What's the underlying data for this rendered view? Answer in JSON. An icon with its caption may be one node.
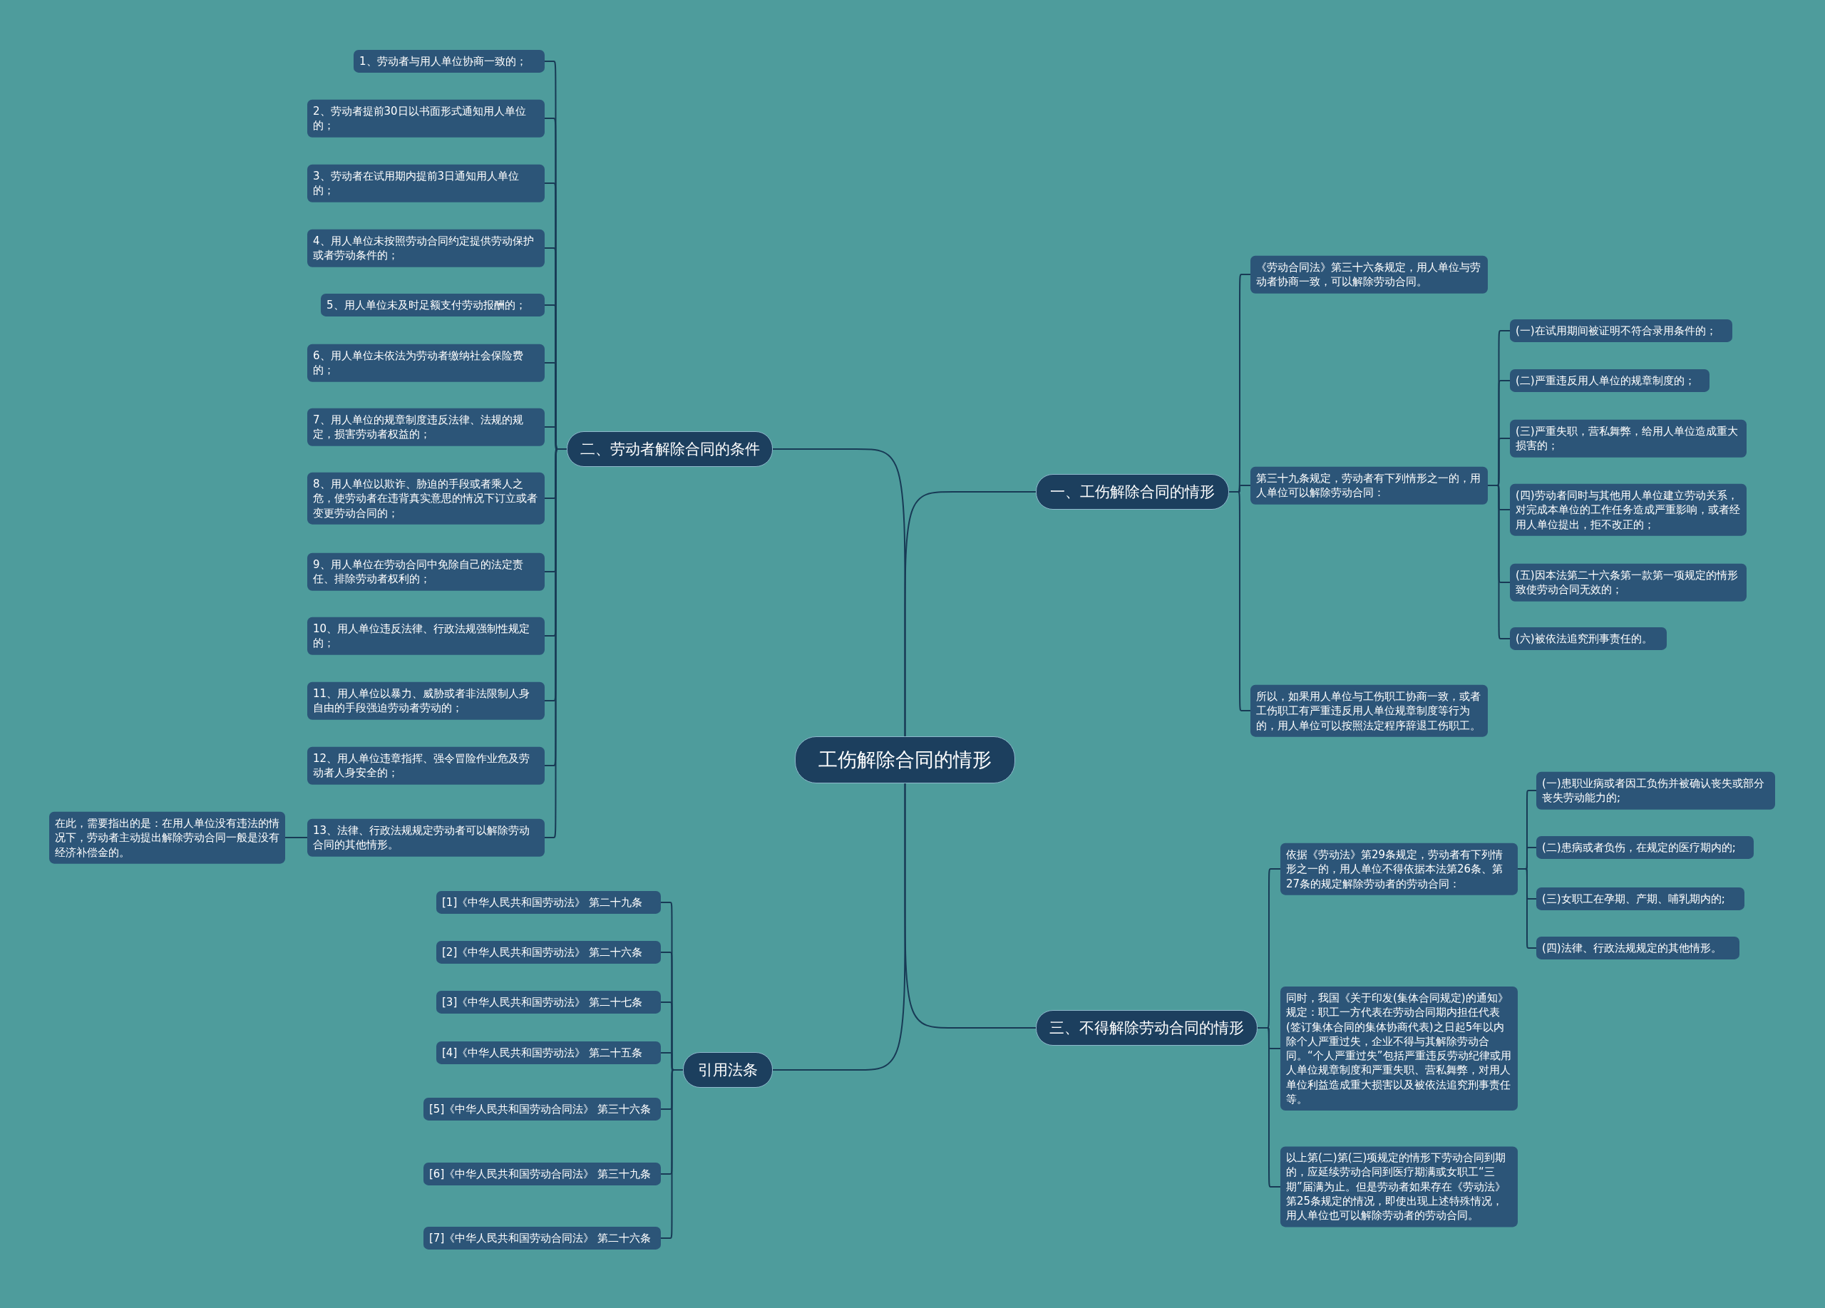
{
  "diagram": {
    "nodes": [
      {
        "text": [
          "工伤解除合同的情形"
        ]
      },
      {
        "text": [
          "一、工伤解除合同的情形"
        ]
      },
      {
        "text": [
          "《劳动合同法》第三十六条规定，用人单位与劳动者协商一致，可以解除劳动合同。"
        ]
      },
      {
        "text": [
          "第三十九条规定，劳动者有下列情形之一的，用人单位可以解除劳动合同："
        ]
      },
      {
        "text": [
          "(一)在试用期间被证明不符合录用条件的；"
        ]
      },
      {
        "text": [
          "(二)严重违反用人单位的规章制度的；"
        ]
      },
      {
        "text": [
          "(三)严重失职，营私舞弊，给用人单位造成重大损害的；"
        ]
      },
      {
        "text": [
          "(四)劳动者同时与其他用人单位建立劳动关系，对完成本单位的工作任务造成严重影响，或者经用人单位提出，拒不改正的；"
        ]
      },
      {
        "text": [
          "(五)因本法第二十六条第一款第一项规定的情形致使劳动合同无效的；"
        ]
      },
      {
        "text": [
          "(六)被依法追究刑事责任的。"
        ]
      },
      {
        "text": [
          "所以，如果用人单位与工伤职工协商一致，或者工伤职工有严重违反用人单位规章制度等行为的，用人单位可以按照法定程序辞退工伤职工。"
        ]
      },
      {
        "text": [
          "三、不得解除劳动合同的情形"
        ]
      },
      {
        "text": [
          "依据《劳动法》第29条规定，劳动者有下列情形之一的，用人单位不得依据本法第26条、第27条的规定解除劳动者的劳动合同："
        ]
      },
      {
        "text": [
          "(一)患职业病或者因工负伤并被确认丧失或部分丧失劳动能力的;"
        ]
      },
      {
        "text": [
          "(二)患病或者负伤，在规定的医疗期内的;"
        ]
      },
      {
        "text": [
          "(三)女职工在孕期、产期、哺乳期内的;"
        ]
      },
      {
        "text": [
          "(四)法律、行政法规规定的其他情形。"
        ]
      },
      {
        "text": [
          "同时，我国《关于印发(集体合同规定)的通知》规定：职工一方代表在劳动合同期内担任代表(签订集体合同的集体协商代表)之日起5年以内除个人严重过失，企业不得与其解除劳动合同。“个人严重过失”包括严重违反劳动纪律或用人单位规章制度和严重失职、营私舞弊，对用人单位利益造成重大损害以及被依法追究刑事责任等。"
        ]
      },
      {
        "text": [
          "以上第(二)第(三)项规定的情形下劳动合同到期的，应延续劳动合同到医疗期满或女职工“三期”届满为止。但是劳动者如果存在《劳动法》第25条规定的情况，即使出现上述特殊情况，用人单位也可以解除劳动者的劳动合同。"
        ]
      },
      {
        "text": [
          "二、劳动者解除合同的条件"
        ]
      },
      {
        "text": [
          "1、劳动者与用人单位协商一致的；"
        ]
      },
      {
        "text": [
          "2、劳动者提前30日以书面形式通知用人单位的；"
        ]
      },
      {
        "text": [
          "3、劳动者在试用期内提前3日通知用人单位的；"
        ]
      },
      {
        "text": [
          "4、用人单位未按照劳动合同约定提供劳动保护或者劳动条件的；"
        ]
      },
      {
        "text": [
          "5、用人单位未及时足额支付劳动报酬的；"
        ]
      },
      {
        "text": [
          "6、用人单位未依法为劳动者缴纳社会保险费的；"
        ]
      },
      {
        "text": [
          "7、用人单位的规章制度违反法律、法规的规定，损害劳动者权益的；"
        ]
      },
      {
        "text": [
          "8、用人单位以欺诈、胁迫的手段或者乘人之危，使劳动者在违背真实意思的情况下订立或者变更劳动合同的；"
        ]
      },
      {
        "text": [
          "9、用人单位在劳动合同中免除自己的法定责任、排除劳动者权利的；"
        ]
      },
      {
        "text": [
          "10、用人单位违反法律、行政法规强制性规定的；"
        ]
      },
      {
        "text": [
          "11、用人单位以暴力、威胁或者非法限制人身自由的手段强迫劳动者劳动的；"
        ]
      },
      {
        "text": [
          "12、用人单位违章指挥、强令冒险作业危及劳动者人身安全的；"
        ]
      },
      {
        "text": [
          "13、法律、行政法规规定劳动者可以解除劳动合同的其他情形。"
        ]
      },
      {
        "text": [
          "在此，需要指出的是：在用人单位没有违法的情况下，劳动者主动提出解除劳动合同一般是没有经济补偿金的。"
        ]
      },
      {
        "text": [
          "引用法条"
        ]
      },
      {
        "text": [
          "[1]《中华人民共和国劳动法》 第二十九条"
        ]
      },
      {
        "text": [
          "[2]《中华人民共和国劳动法》 第二十六条"
        ]
      },
      {
        "text": [
          "[3]《中华人民共和国劳动法》 第二十七条"
        ]
      },
      {
        "text": [
          "[4]《中华人民共和国劳动法》 第二十五条"
        ]
      },
      {
        "text": [
          "[5]《中华人民共和国劳动合同法》 第三十六条"
        ]
      },
      {
        "text": [
          "[6]《中华人民共和国劳动合同法》 第三十九条"
        ]
      },
      {
        "text": [
          "[7]《中华人民共和国劳动合同法》 第二十六条"
        ]
      }
    ],
    "edges": [
      {
        "from": 0,
        "to": 1,
        "arrow": "none"
      },
      {
        "from": 1,
        "to": 2,
        "arrow": "none"
      },
      {
        "from": 1,
        "to": 3,
        "arrow": "none"
      },
      {
        "from": 3,
        "to": 4,
        "arrow": "none"
      },
      {
        "from": 3,
        "to": 5,
        "arrow": "none"
      },
      {
        "from": 3,
        "to": 6,
        "arrow": "none"
      },
      {
        "from": 3,
        "to": 7,
        "arrow": "none"
      },
      {
        "from": 3,
        "to": 8,
        "arrow": "none"
      },
      {
        "from": 3,
        "to": 9,
        "arrow": "none"
      },
      {
        "from": 1,
        "to": 10,
        "arrow": "none"
      },
      {
        "from": 0,
        "to": 11,
        "arrow": "none"
      },
      {
        "from": 11,
        "to": 12,
        "arrow": "none"
      },
      {
        "from": 12,
        "to": 13,
        "arrow": "none"
      },
      {
        "from": 12,
        "to": 14,
        "arrow": "none"
      },
      {
        "from": 12,
        "to": 15,
        "arrow": "none"
      },
      {
        "from": 12,
        "to": 16,
        "arrow": "none"
      },
      {
        "from": 11,
        "to": 17,
        "arrow": "none"
      },
      {
        "from": 11,
        "to": 18,
        "arrow": "none"
      },
      {
        "from": 0,
        "to": 19,
        "arrow": "none"
      },
      {
        "from": 19,
        "to": 20,
        "arrow": "none"
      },
      {
        "from": 19,
        "to": 21,
        "arrow": "none"
      },
      {
        "from": 19,
        "to": 22,
        "arrow": "none"
      },
      {
        "from": 19,
        "to": 23,
        "arrow": "none"
      },
      {
        "from": 19,
        "to": 24,
        "arrow": "none"
      },
      {
        "from": 19,
        "to": 25,
        "arrow": "none"
      },
      {
        "from": 19,
        "to": 26,
        "arrow": "none"
      },
      {
        "from": 19,
        "to": 27,
        "arrow": "none"
      },
      {
        "from": 19,
        "to": 28,
        "arrow": "none"
      },
      {
        "from": 19,
        "to": 29,
        "arrow": "none"
      },
      {
        "from": 19,
        "to": 30,
        "arrow": "none"
      },
      {
        "from": 19,
        "to": 31,
        "arrow": "none"
      },
      {
        "from": 19,
        "to": 32,
        "arrow": "none"
      },
      {
        "from": 32,
        "to": 33,
        "arrow": "none"
      },
      {
        "from": 0,
        "to": 34,
        "arrow": "none"
      },
      {
        "from": 34,
        "to": 35,
        "arrow": "none"
      },
      {
        "from": 34,
        "to": 36,
        "arrow": "none"
      },
      {
        "from": 34,
        "to": 37,
        "arrow": "none"
      },
      {
        "from": 34,
        "to": 38,
        "arrow": "none"
      },
      {
        "from": 34,
        "to": 39,
        "arrow": "none"
      },
      {
        "from": 34,
        "to": 40,
        "arrow": "none"
      },
      {
        "from": 34,
        "to": 41,
        "arrow": "none"
      }
    ]
  }
}
